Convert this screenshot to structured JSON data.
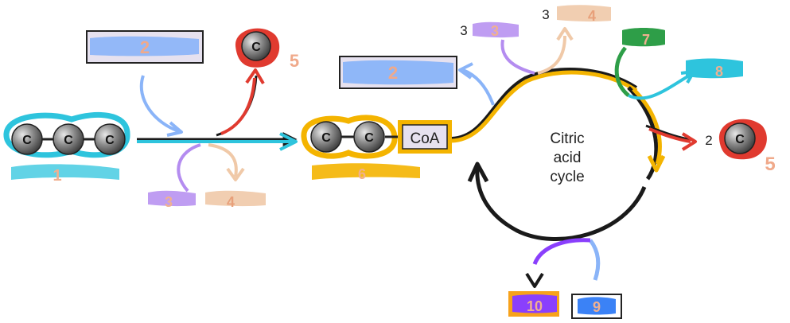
{
  "atom_symbol": "C",
  "coa_label": "CoA",
  "cycle": {
    "line1": "Citric",
    "line2": "acid",
    "line3": "cycle"
  },
  "coefficients": {
    "nadh": "3",
    "nadh_out": "3",
    "co2_out": "2"
  },
  "numbers": {
    "n1": "1",
    "n2_left": "2",
    "n2_right": "2",
    "n3_left": "3",
    "n4_left": "4",
    "n5_top": "5",
    "n5_right": "5",
    "n6": "6",
    "n3_right": "3",
    "n4_right": "4",
    "n7": "7",
    "n8": "8",
    "n9": "9",
    "n10": "10"
  },
  "colors": {
    "black": "#1a1a1a",
    "red": "#e03a2f",
    "cyan": "#2ec4dd",
    "yellow": "#f4b400",
    "blue": "#8ab4f8",
    "lavender": "#b48cf0",
    "peach": "#f0c9a8",
    "green": "#2e9e48",
    "orange": "#f7a21b",
    "purple": "#8a3ffc",
    "box_fill": "#e6e1ef"
  }
}
